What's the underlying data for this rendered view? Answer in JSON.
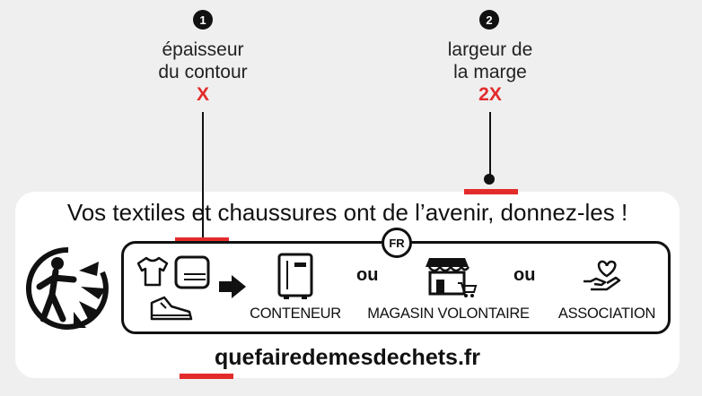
{
  "annotations": [
    {
      "number": "1",
      "line1": "épaisseur",
      "line2": "du contour",
      "value": "X"
    },
    {
      "number": "2",
      "line1": "largeur de",
      "line2": "la marge",
      "value": "2X"
    }
  ],
  "label": {
    "headline": "Vos textiles et chaussures ont de l’avenir, donnez-les !",
    "country": "FR",
    "options": {
      "container": "CONTENEUR",
      "or1": "ou",
      "store": "MAGASIN VOLONTAIRE",
      "or2": "ou",
      "association": "ASSOCIATION"
    },
    "url": "quefairedemesdechets.fr"
  },
  "colors": {
    "accent": "#e32b2b",
    "ink": "#111111",
    "background": "#efefef"
  },
  "icons": [
    "triman-icon",
    "tshirt-icon",
    "towel-icon",
    "shoe-icon",
    "arrow-right-icon",
    "container-icon",
    "store-icon",
    "heart-hand-icon"
  ]
}
